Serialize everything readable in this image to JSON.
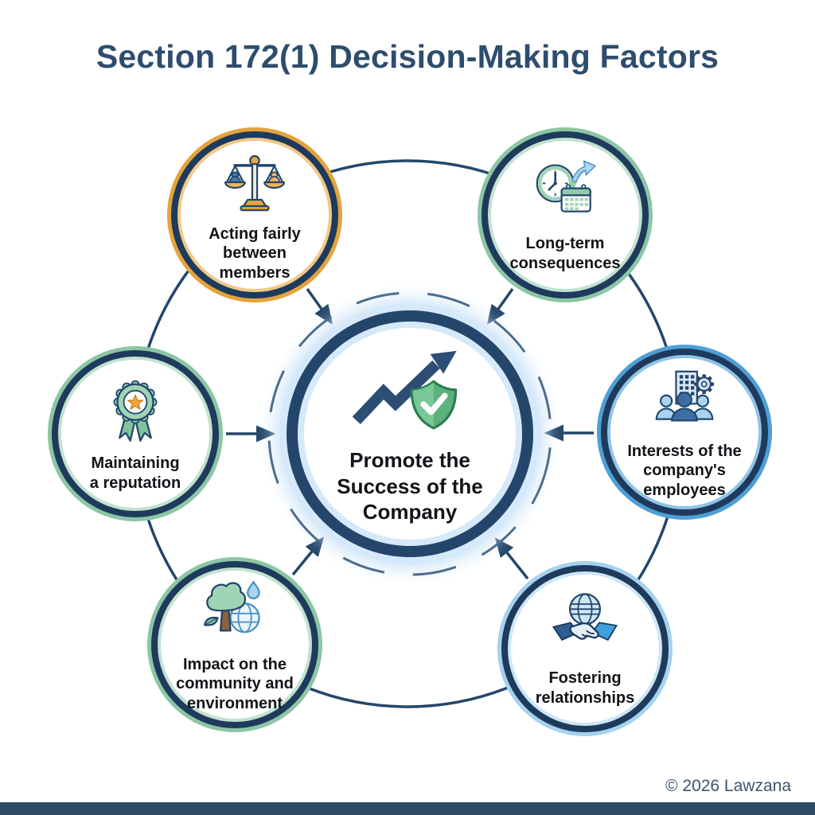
{
  "title": "Section 172(1) Decision-Making Factors",
  "center": {
    "label": "Promote the Success of the Company",
    "icon": "growth-shield-icon"
  },
  "factors": [
    {
      "label": "Acting fairly between members",
      "icon": "balance-scale-icon",
      "accent": "#e4a33c",
      "accent_light": "#f2c887"
    },
    {
      "label": "Long-term consequences",
      "icon": "clock-calendar-icon",
      "accent": "#8cc6a4",
      "accent_light": "#c2e2cf"
    },
    {
      "label": "Maintaining a reputation",
      "icon": "award-ribbon-icon",
      "accent": "#8cc6a4",
      "accent_light": "#c2e2cf"
    },
    {
      "label": "Interests of the company's employees",
      "icon": "building-people-gear-icon",
      "accent": "#4d9fd6",
      "accent_light": "#8ec4e8"
    },
    {
      "label": "Impact on the community and environment",
      "icon": "tree-globe-icon",
      "accent": "#8cc6a4",
      "accent_light": "#c2e2cf"
    },
    {
      "label": "Fostering relationships",
      "icon": "globe-handshake-icon",
      "accent": "#a5d2ee",
      "accent_light": "#cde6f6"
    }
  ],
  "footer": {
    "copyright": "© 2026 Lawzana"
  },
  "colors": {
    "navy": "#24466b",
    "ring_navy": "#1e3a5c",
    "title": "#2e4d6e",
    "glow": "#d6e9fa",
    "glow_soft": "#cfe5f8",
    "footer_bar": "#2d4a66",
    "text": "#111418",
    "copyright": "#3b566f"
  }
}
